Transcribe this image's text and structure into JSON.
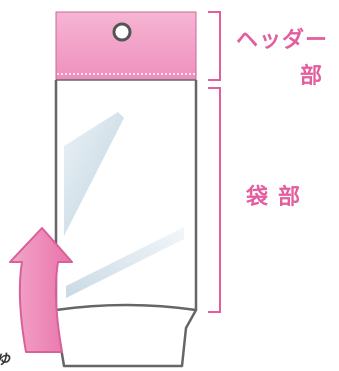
{
  "labels": {
    "header_line1": "ヘッダー",
    "header_line2": "部",
    "body": "袋部",
    "bottom_partial": "ゆ"
  },
  "colors": {
    "pink": "#e25e9f",
    "header_fill": "#f19cc4",
    "outline": "#666666",
    "arrow_fill": "#ee86b6",
    "gloss": "#c9dbe6"
  },
  "icons": {
    "hang_hole": "hang-hole-icon",
    "fold_arrow": "curved-up-arrow-icon"
  }
}
